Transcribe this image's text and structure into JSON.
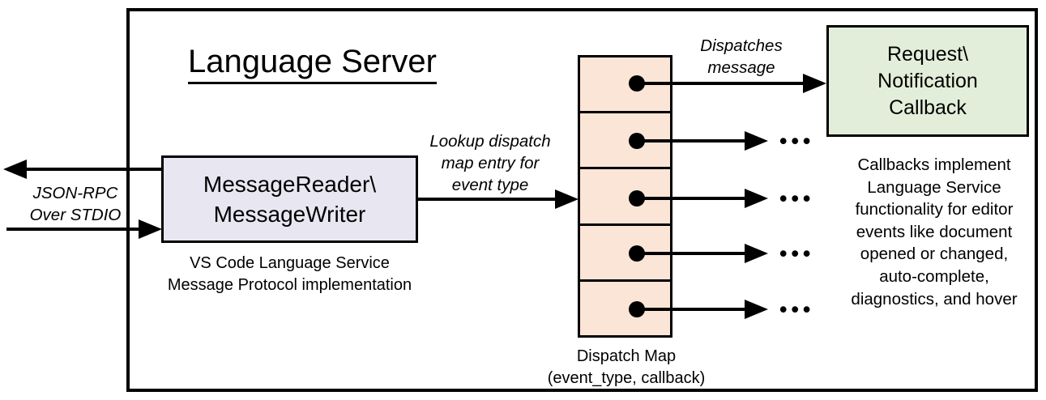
{
  "diagram": {
    "title": "Language Server",
    "message_box": {
      "line1": "MessageReader\\",
      "line2": "MessageWriter"
    },
    "message_box_caption": [
      "VS Code Language Service",
      "Message Protocol implementation"
    ],
    "stdio_label": [
      "JSON-RPC",
      "Over STDIO"
    ],
    "lookup_label": [
      "Lookup dispatch",
      "map entry for",
      "event type"
    ],
    "dispatch_label": [
      "Dispatches",
      "message"
    ],
    "callback_box": [
      "Request\\",
      "Notification",
      "Callback"
    ],
    "dispatch_map_caption": [
      "Dispatch Map",
      "(event_type, callback)"
    ],
    "callbacks_note": [
      "Callbacks implement",
      "Language Service",
      "functionality for editor",
      "events like document",
      "opened or changed,",
      "auto-complete,",
      "diagnostics, and hover"
    ],
    "ellipsis": "•••",
    "colors": {
      "message_box_fill": "#e8e6f0",
      "dispatch_cell_fill": "#fbe5d6",
      "callback_box_fill": "#e3eeda",
      "stroke": "#000000"
    }
  }
}
